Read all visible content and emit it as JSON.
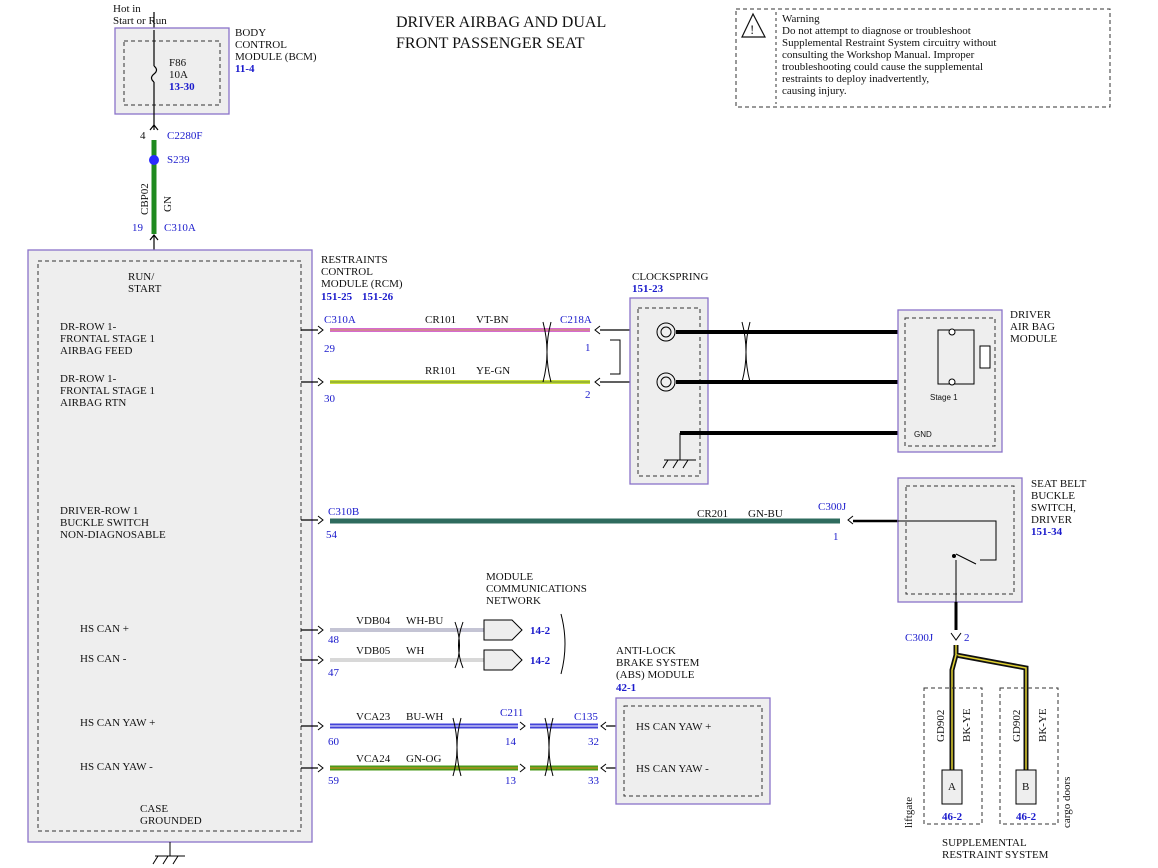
{
  "title": {
    "line1": "DRIVER AIRBAG AND DUAL",
    "line2": "FRONT PASSENGER SEAT"
  },
  "warning": {
    "lines": [
      "Warning",
      "Do not attempt to diagnose or troubleshoot",
      "Supplemental Restraint System circuitry without",
      "consulting the Workshop Manual. Improper",
      "troubleshooting could cause the supplemental",
      "restraints to deploy inadvertently,",
      "causing injury."
    ],
    "icon": "warning-triangle-icon"
  },
  "power": {
    "hot1": "Hot in",
    "hot2": "Start or Run"
  },
  "bcm": {
    "label": [
      "BODY",
      "CONTROL",
      "MODULE (BCM)"
    ],
    "ref": "11-4",
    "fuse": "F86",
    "rating": "10A",
    "fuse_ref": "13-30"
  },
  "feed": {
    "pin_top": "4",
    "conn_top": "C2280F",
    "splice": "S239",
    "circuit": "CBP02",
    "color": "GN",
    "pin_bottom": "19",
    "conn_bottom": "C310A"
  },
  "rcm": {
    "label": [
      "RESTRAINTS",
      "CONTROL",
      "MODULE (RCM)"
    ],
    "ref1": "151-25",
    "ref2": "151-26",
    "run_start": [
      "RUN/",
      "START"
    ],
    "case": [
      "CASE",
      "GROUNDED"
    ],
    "pins": {
      "feed": [
        "DR-ROW 1-",
        "FRONTAL STAGE 1",
        "AIRBAG FEED"
      ],
      "rtn": [
        "DR-ROW 1-",
        "FRONTAL STAGE 1",
        "AIRBAG RTN"
      ],
      "buckle": [
        "DRIVER-ROW 1",
        "BUCKLE SWITCH",
        "NON-DIAGNOSABLE"
      ],
      "can_p": "HS CAN +",
      "can_m": "HS CAN -",
      "yaw_p": "HS CAN YAW +",
      "yaw_m": "HS CAN YAW -"
    }
  },
  "wires": {
    "cr101": {
      "circuit": "CR101",
      "color": "VT-BN",
      "pin_left": "29",
      "conn_left": "C310A",
      "conn_right": "C218A",
      "pin_right": "1"
    },
    "rr101": {
      "circuit": "RR101",
      "color": "YE-GN",
      "pin_left": "30",
      "pin_right": "2"
    },
    "cr201": {
      "circuit": "CR201",
      "color": "GN-BU",
      "pin_left": "54",
      "conn_left": "C310B",
      "conn_right": "C300J",
      "pin_right": "1"
    },
    "vdb04": {
      "circuit": "VDB04",
      "color": "WH-BU",
      "pin": "48",
      "ref": "14-2"
    },
    "vdb05": {
      "circuit": "VDB05",
      "color": "WH",
      "pin": "47",
      "ref": "14-2"
    },
    "vca23": {
      "circuit": "VCA23",
      "color": "BU-WH",
      "pin_left": "60",
      "conn_mid": "C211",
      "pin_mid": "14",
      "conn_right": "C135",
      "pin_right": "32"
    },
    "vca24": {
      "circuit": "VCA24",
      "color": "GN-OG",
      "pin_left": "59",
      "pin_mid": "13",
      "pin_right": "33"
    }
  },
  "mcn": {
    "label": [
      "MODULE",
      "COMMUNICATIONS",
      "NETWORK"
    ]
  },
  "clockspring": {
    "label": "CLOCKSPRING",
    "ref": "151-23"
  },
  "driver_airbag": {
    "label": [
      "DRIVER",
      "AIR BAG",
      "MODULE"
    ],
    "stage": "Stage 1",
    "gnd": "GND"
  },
  "seatbelt": {
    "label": [
      "SEAT BELT",
      "BUCKLE",
      "SWITCH,",
      "DRIVER"
    ],
    "ref": "151-34",
    "conn": "C300J",
    "pin": "2"
  },
  "abs": {
    "label": [
      "ANTI-LOCK",
      "BRAKE SYSTEM",
      "(ABS) MODULE"
    ],
    "ref": "42-1",
    "yaw_p": "HS CAN YAW +",
    "yaw_m": "HS CAN YAW -"
  },
  "gd": {
    "a": {
      "circuit": "GD902",
      "color": "BK-YE",
      "letter": "A",
      "ref": "46-2",
      "side": "liftgate"
    },
    "b": {
      "circuit": "GD902",
      "color": "BK-YE",
      "letter": "B",
      "ref": "46-2",
      "side": "cargo doors"
    },
    "srs": [
      "SUPPLEMENTAL",
      "RESTRAINT SYSTEM"
    ]
  },
  "colors": {
    "violet_brown": "#d66ad0",
    "yellow_green": "#c9e03a",
    "green_blue": "#2e6b5e",
    "green": "#1f8a1f",
    "white_blue": "#8a8aa8",
    "white": "#b0b0b0",
    "blue_white": "#4343d8",
    "green_orange": "#4a9a1a",
    "module_border": "#8a72c9"
  }
}
